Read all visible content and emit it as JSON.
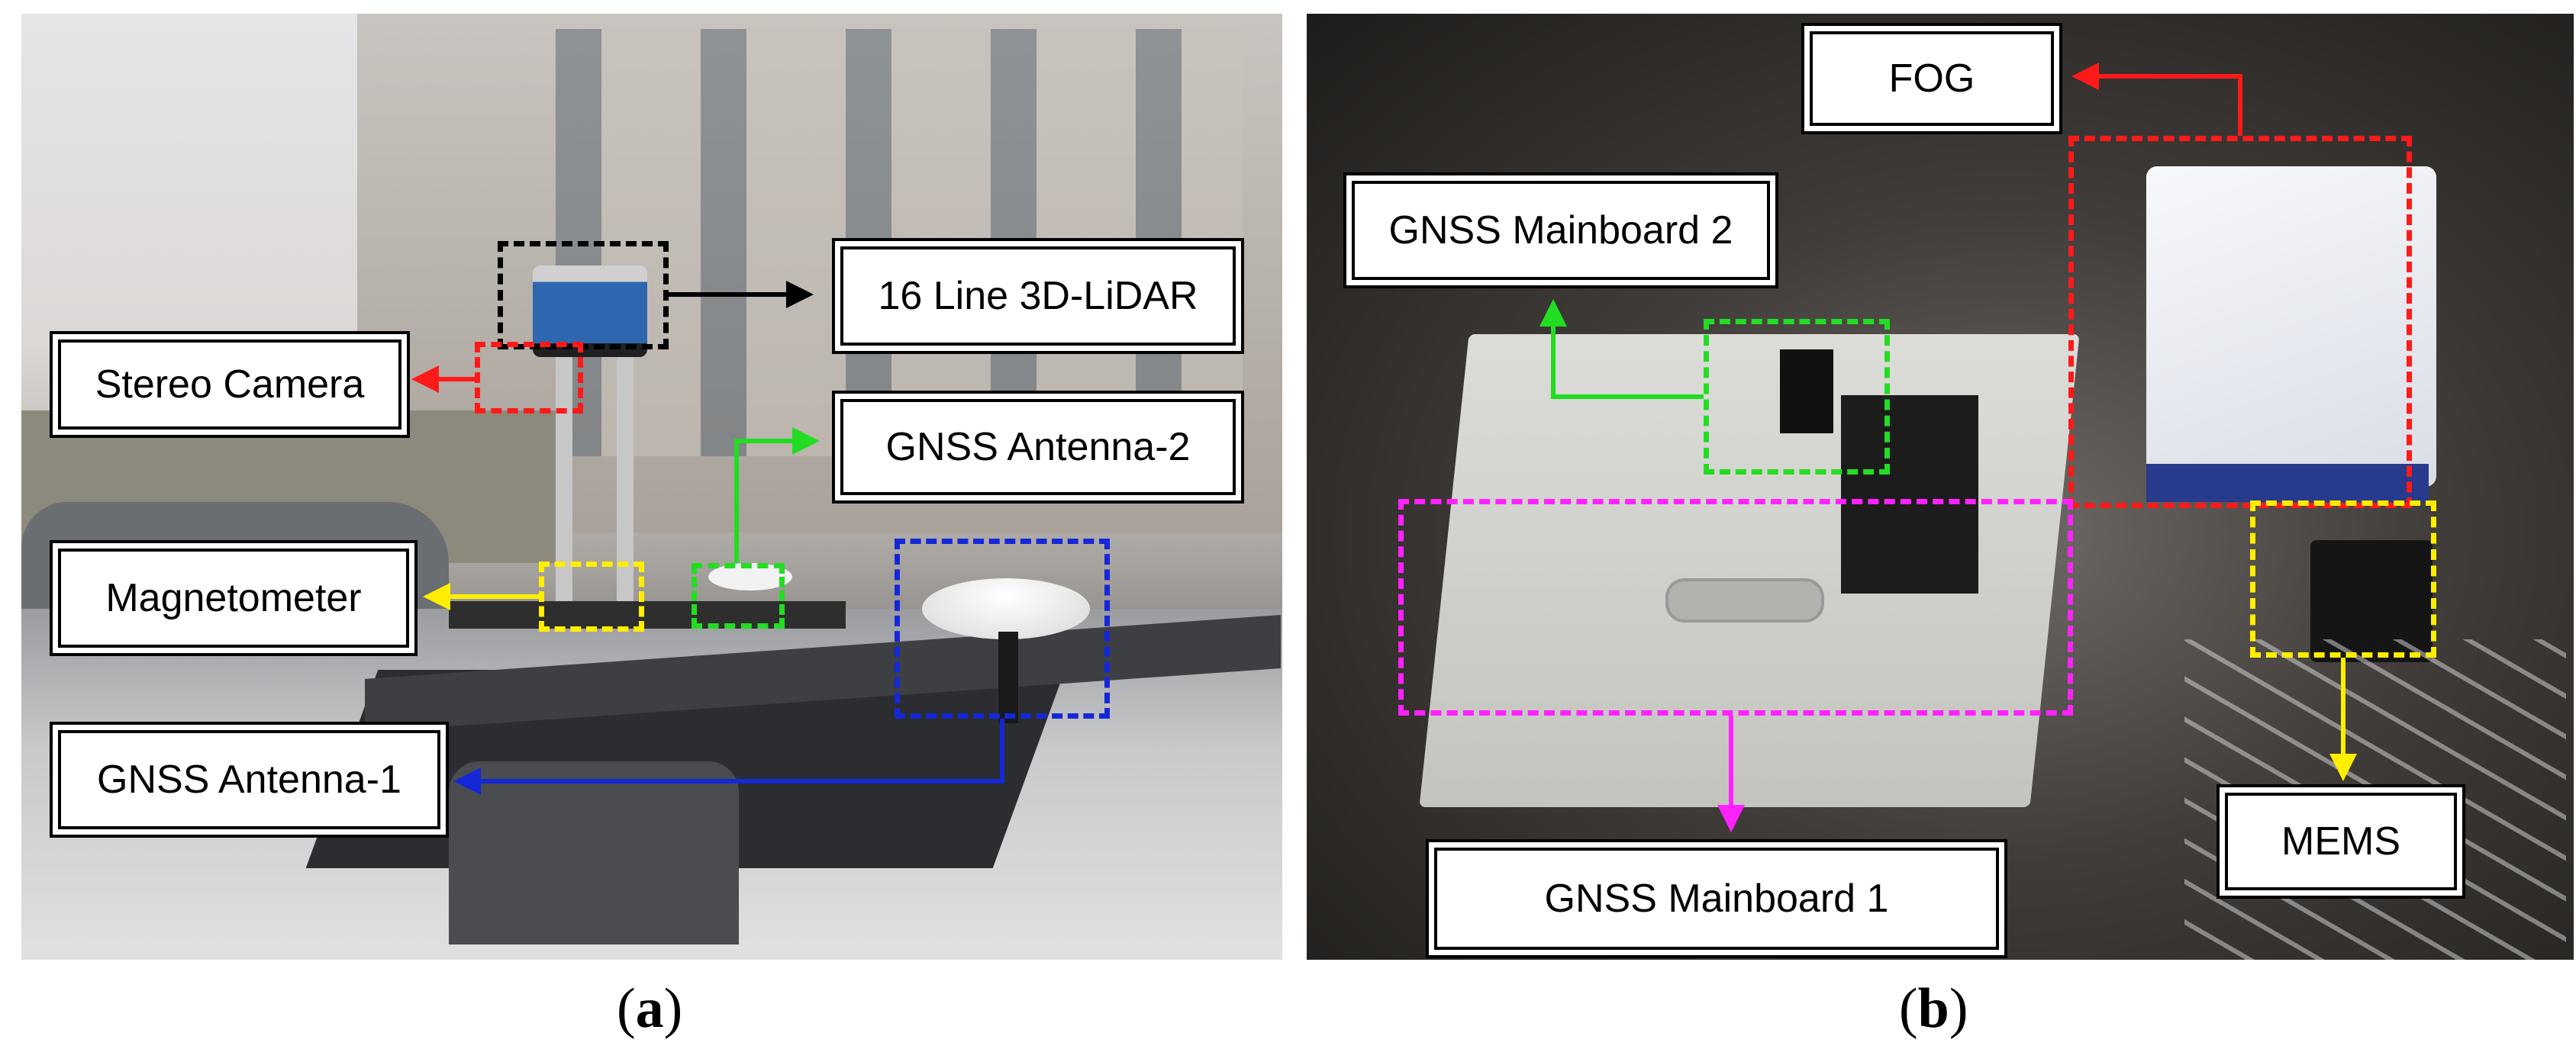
{
  "panel_a": {
    "labels": {
      "lidar": "16 Line 3D-LiDAR",
      "stereo_camera": "Stereo Camera",
      "antenna2": "GNSS Antenna-2",
      "magnetometer": "Magnetometer",
      "antenna1": "GNSS Antenna-1"
    },
    "caption": {
      "open": "(",
      "letter": "a",
      "close": ")"
    }
  },
  "panel_b": {
    "labels": {
      "fog": "FOG",
      "mainboard2": "GNSS Mainboard 2",
      "mainboard1": "GNSS Mainboard 1",
      "mems": "MEMS"
    },
    "caption": {
      "open": "(",
      "letter": "b",
      "close": ")"
    }
  },
  "colors": {
    "black": "#000000",
    "red": "#ff1a1a",
    "green": "#22dd22",
    "yellow": "#ffee00",
    "blue": "#1428d8",
    "magenta": "#ff22ff"
  }
}
